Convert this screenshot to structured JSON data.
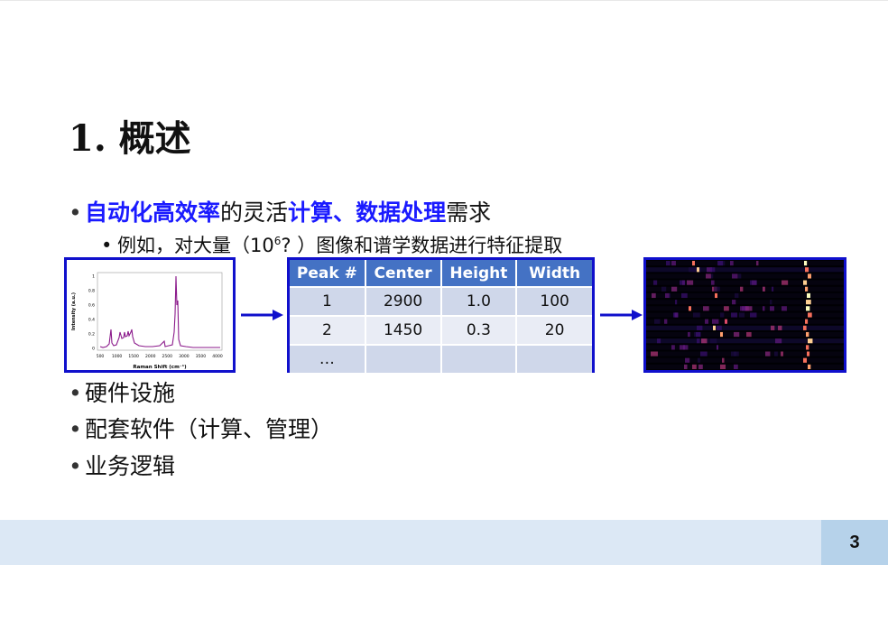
{
  "slide": {
    "title": "1. 概述",
    "bullet1": {
      "hl1": "自动化高效率",
      "t1": "的灵活",
      "hl2": "计算",
      "t2": "、",
      "hl3": "数据处理",
      "t3": "需求"
    },
    "sub1": {
      "text_a": "例如，对大量（10",
      "sup": "6",
      "text_b": "? ）图像和谱学数据进行特征提取"
    },
    "bullet2": "硬件设施",
    "bullet3": "配套软件（计算、管理）",
    "bullet4": "业务逻辑",
    "page_number": "3",
    "bullet_glyph": "•"
  },
  "spectrum": {
    "xlabel": "Raman Shift (cm⁻¹)",
    "ylabel": "Intensity (a.u.)",
    "xticks": [
      "500",
      "1000",
      "1500",
      "2000",
      "2500",
      "3000",
      "3500",
      "4000"
    ],
    "yticks": [
      "0",
      "0.2",
      "0.4",
      "0.6",
      "0.8",
      "1"
    ],
    "color": "#8b1a8b"
  },
  "peak_table": {
    "headers": [
      "Peak #",
      "Center",
      "Height",
      "Width"
    ],
    "rows": [
      [
        "1",
        "2900",
        "1.0",
        "100"
      ],
      [
        "2",
        "1450",
        "0.3",
        "20"
      ],
      [
        "…",
        "",
        "",
        ""
      ]
    ]
  },
  "colors": {
    "accent_blue": "#1a1aff",
    "panel_border": "#1010cc",
    "table_header": "#4472c4",
    "footer": "#dce8f5",
    "page_box": "#b6d2ea"
  }
}
